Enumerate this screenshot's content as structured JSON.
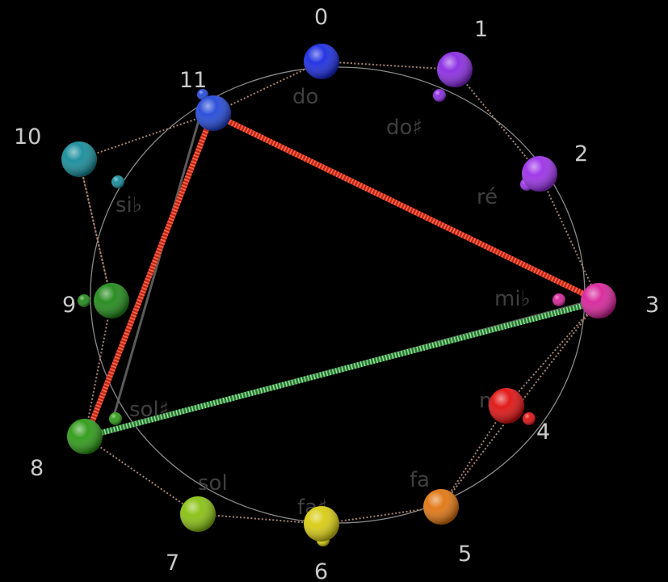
{
  "numbers": [
    "0",
    "1",
    "2",
    "3",
    "4",
    "5",
    "6",
    "7",
    "8",
    "9",
    "10",
    "11"
  ],
  "notes": [
    "do",
    "do♯",
    "ré",
    "mi♭",
    "mi",
    "fa",
    "fa♯",
    "sol",
    "sol♯",
    "",
    "si♭",
    ""
  ],
  "colors": [
    "#1a2be0",
    "#8a2be2",
    "#9b30e8",
    "#d8239a",
    "#e01010",
    "#e07510",
    "#d8cc10",
    "#88c010",
    "#2e9a16",
    "#208818",
    "#168c9a",
    "#2248d8"
  ],
  "background": "#000000"
}
